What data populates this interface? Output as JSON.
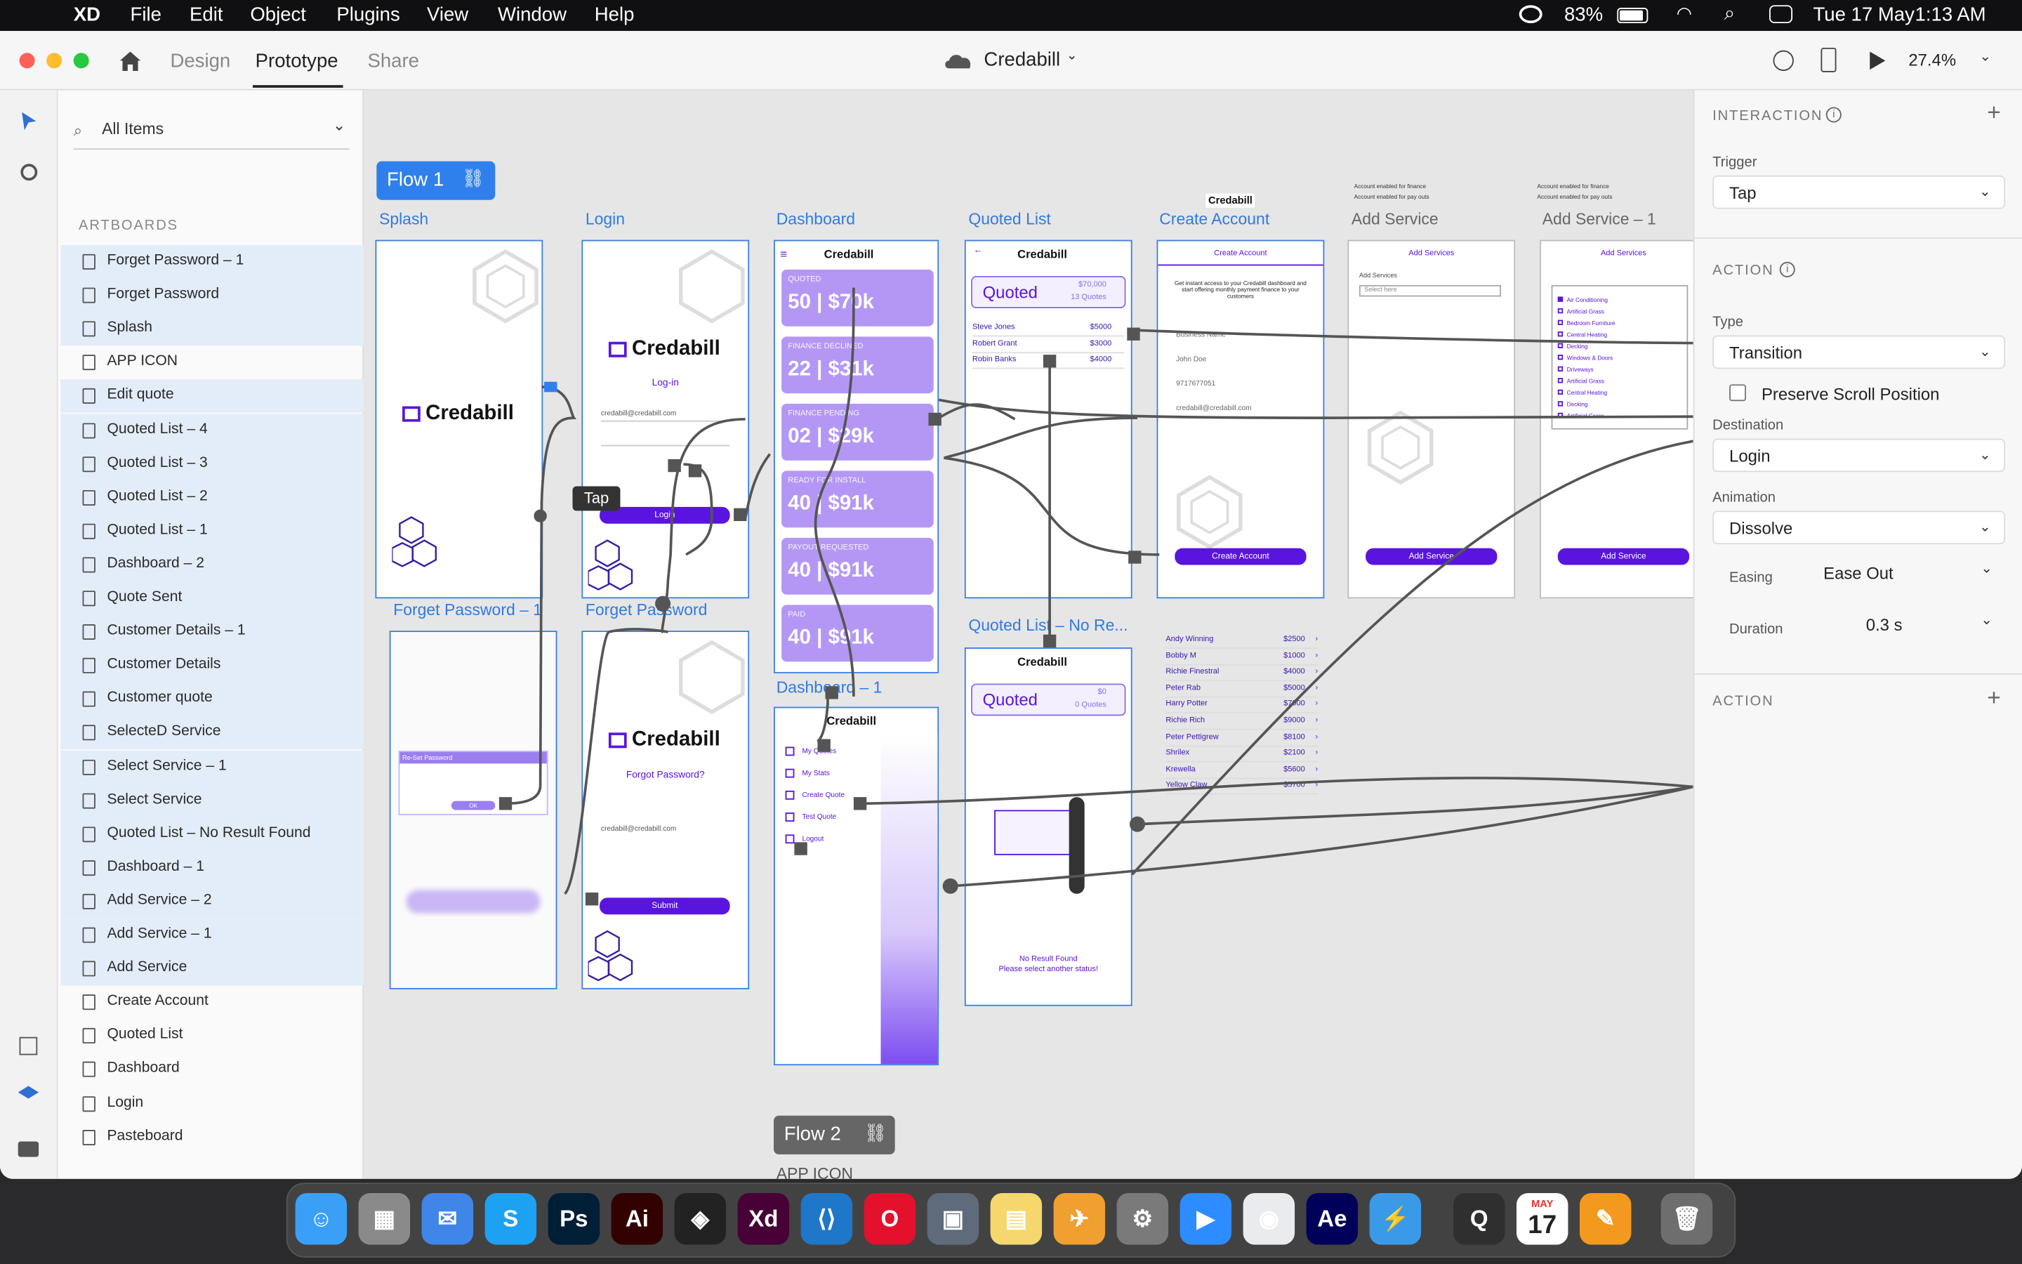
{
  "menubar": {
    "app": "XD",
    "items": [
      "File",
      "Edit",
      "Object",
      "Plugins",
      "View",
      "Window",
      "Help"
    ],
    "battery": "83%",
    "date": "Tue 17 May",
    "time": "1:13 AM"
  },
  "titlebar": {
    "tabs": [
      "Design",
      "Prototype",
      "Share"
    ],
    "active_tab": "Prototype",
    "doc_title": "Credabill",
    "zoom": "27.4%"
  },
  "layers": {
    "search_placeholder": "All Items",
    "section": "ARTBOARDS",
    "items": [
      "Forget Password – 1",
      "Forget Password",
      "Splash",
      "APP ICON",
      "Edit quote",
      "Quoted List – 4",
      "Quoted List – 3",
      "Quoted List – 2",
      "Quoted List – 1",
      "Dashboard – 2",
      "Quote Sent",
      "Customer Details – 1",
      "Customer Details",
      "Customer quote",
      "SelecteD Service",
      "Select Service – 1",
      "Select Service",
      "Quoted List – No Result Found",
      "Dashboard – 1",
      "Add Service – 2",
      "Add Service – 1",
      "Add Service",
      "Create Account",
      "Quoted List",
      "Dashboard",
      "Login",
      "Pasteboard"
    ]
  },
  "canvas": {
    "flow1": "Flow 1",
    "flow2": "Flow 2",
    "app_icon_label": "APP ICON",
    "tap_tooltip": "Tap",
    "artboards": [
      "Splash",
      "Login",
      "Dashboard",
      "Quoted List",
      "Create Account",
      "Add Service",
      "Add Service – 1",
      "Forget Password – 1",
      "Forget Password",
      "Dashboard – 1",
      "Quoted List – No Re..."
    ],
    "brand": "Credabill",
    "login": {
      "heading": "Log-in",
      "email": "credabill@credabill.com",
      "button": "Login"
    },
    "forgot": {
      "heading": "Forgot Password?",
      "email": "credabill@credabill.com",
      "button": "Submit"
    },
    "reset": {
      "title": "Re-Set Password",
      "ok": "OK"
    },
    "dashboard_cards": [
      {
        "t": "QUOTED",
        "v": "50 | $70k"
      },
      {
        "t": "FINANCE DECLINED",
        "v": "22 | $31k"
      },
      {
        "t": "FINANCE PENDING",
        "v": "02 | $29k"
      },
      {
        "t": "READY FOR INSTALL",
        "v": "40 | $91k"
      },
      {
        "t": "PAYOUT REQUESTED",
        "v": "40 | $91k"
      },
      {
        "t": "PAID",
        "v": "40 | $91k"
      }
    ],
    "quoted": {
      "label": "Quoted",
      "amount": "$70,000",
      "count": "13 Quotes",
      "rows": [
        {
          "n": "Steve Jones",
          "v": "$5000"
        },
        {
          "n": "Robert Grant",
          "v": "$3000"
        },
        {
          "n": "Robin Banks",
          "v": "$4000"
        }
      ]
    },
    "quoted_empty": {
      "label": "Quoted",
      "amount": "$0",
      "count": "0 Quotes",
      "msg1": "No Result Found",
      "msg2": "Please select another status!"
    },
    "create": {
      "header": "Create Account",
      "intro": "Get instant access to your Credabill dashboard and start offering monthly payment finance to your customers",
      "business": "Business Name",
      "name": "John Doe",
      "phone": "9717677051",
      "email": "credabill@credabill.com",
      "button": "Create Account"
    },
    "addservice": {
      "header": "Add Services",
      "label": "Add Services",
      "select": "Select here",
      "button": "Add Service",
      "options": [
        "Air Conditioning",
        "Artificial Grass",
        "Bedroom Furniture",
        "Central Heating",
        "Decking",
        "Windows & Doors",
        "Driveways",
        "Artificial Grass",
        "Central Heating",
        "Decking",
        "Artificial Grass"
      ]
    },
    "menu": [
      "My Quotes",
      "My Stats",
      "Create Quote",
      "Test Quote",
      "Logout"
    ],
    "list": [
      {
        "n": "Andy Winning",
        "v": "$2500"
      },
      {
        "n": "Bobby M",
        "v": "$1000"
      },
      {
        "n": "Richie Finestral",
        "v": "$4000"
      },
      {
        "n": "Peter Rab",
        "v": "$5000"
      },
      {
        "n": "Harry Potter",
        "v": "$7000"
      },
      {
        "n": "Richie Rich",
        "v": "$9000"
      },
      {
        "n": "Peter Pettigrew",
        "v": "$8100"
      },
      {
        "n": "Shrilex",
        "v": "$2100"
      },
      {
        "n": "Krewella",
        "v": "$5600"
      },
      {
        "n": "Yellow Claw",
        "v": "$5700"
      }
    ],
    "finance": {
      "a": "Account enabled for finance",
      "b": "Account enabled for pay outs"
    }
  },
  "panel": {
    "interaction": "INTERACTION",
    "trigger_label": "Trigger",
    "trigger": "Tap",
    "action": "ACTION",
    "type_label": "Type",
    "type": "Transition",
    "preserve": "Preserve Scroll Position",
    "dest_label": "Destination",
    "dest": "Login",
    "anim_label": "Animation",
    "anim": "Dissolve",
    "easing_label": "Easing",
    "easing": "Ease Out",
    "duration_label": "Duration",
    "duration": "0.3 s",
    "action2": "ACTION"
  },
  "dock": {
    "apps": [
      "Finder",
      "Launchpad",
      "Mail",
      "Skype",
      "Photoshop",
      "Illustrator",
      "Figma",
      "Adobe XD",
      "VS Code",
      "Opera",
      "Preview",
      "Notes",
      "Xcode Helper",
      "System Preferences",
      "Zoom",
      "Chrome",
      "After Effects",
      "Notchmeister",
      "QuickTime",
      "Calendar",
      "Pages",
      "Trash"
    ],
    "calendar_month": "MAY",
    "calendar_day": "17"
  }
}
